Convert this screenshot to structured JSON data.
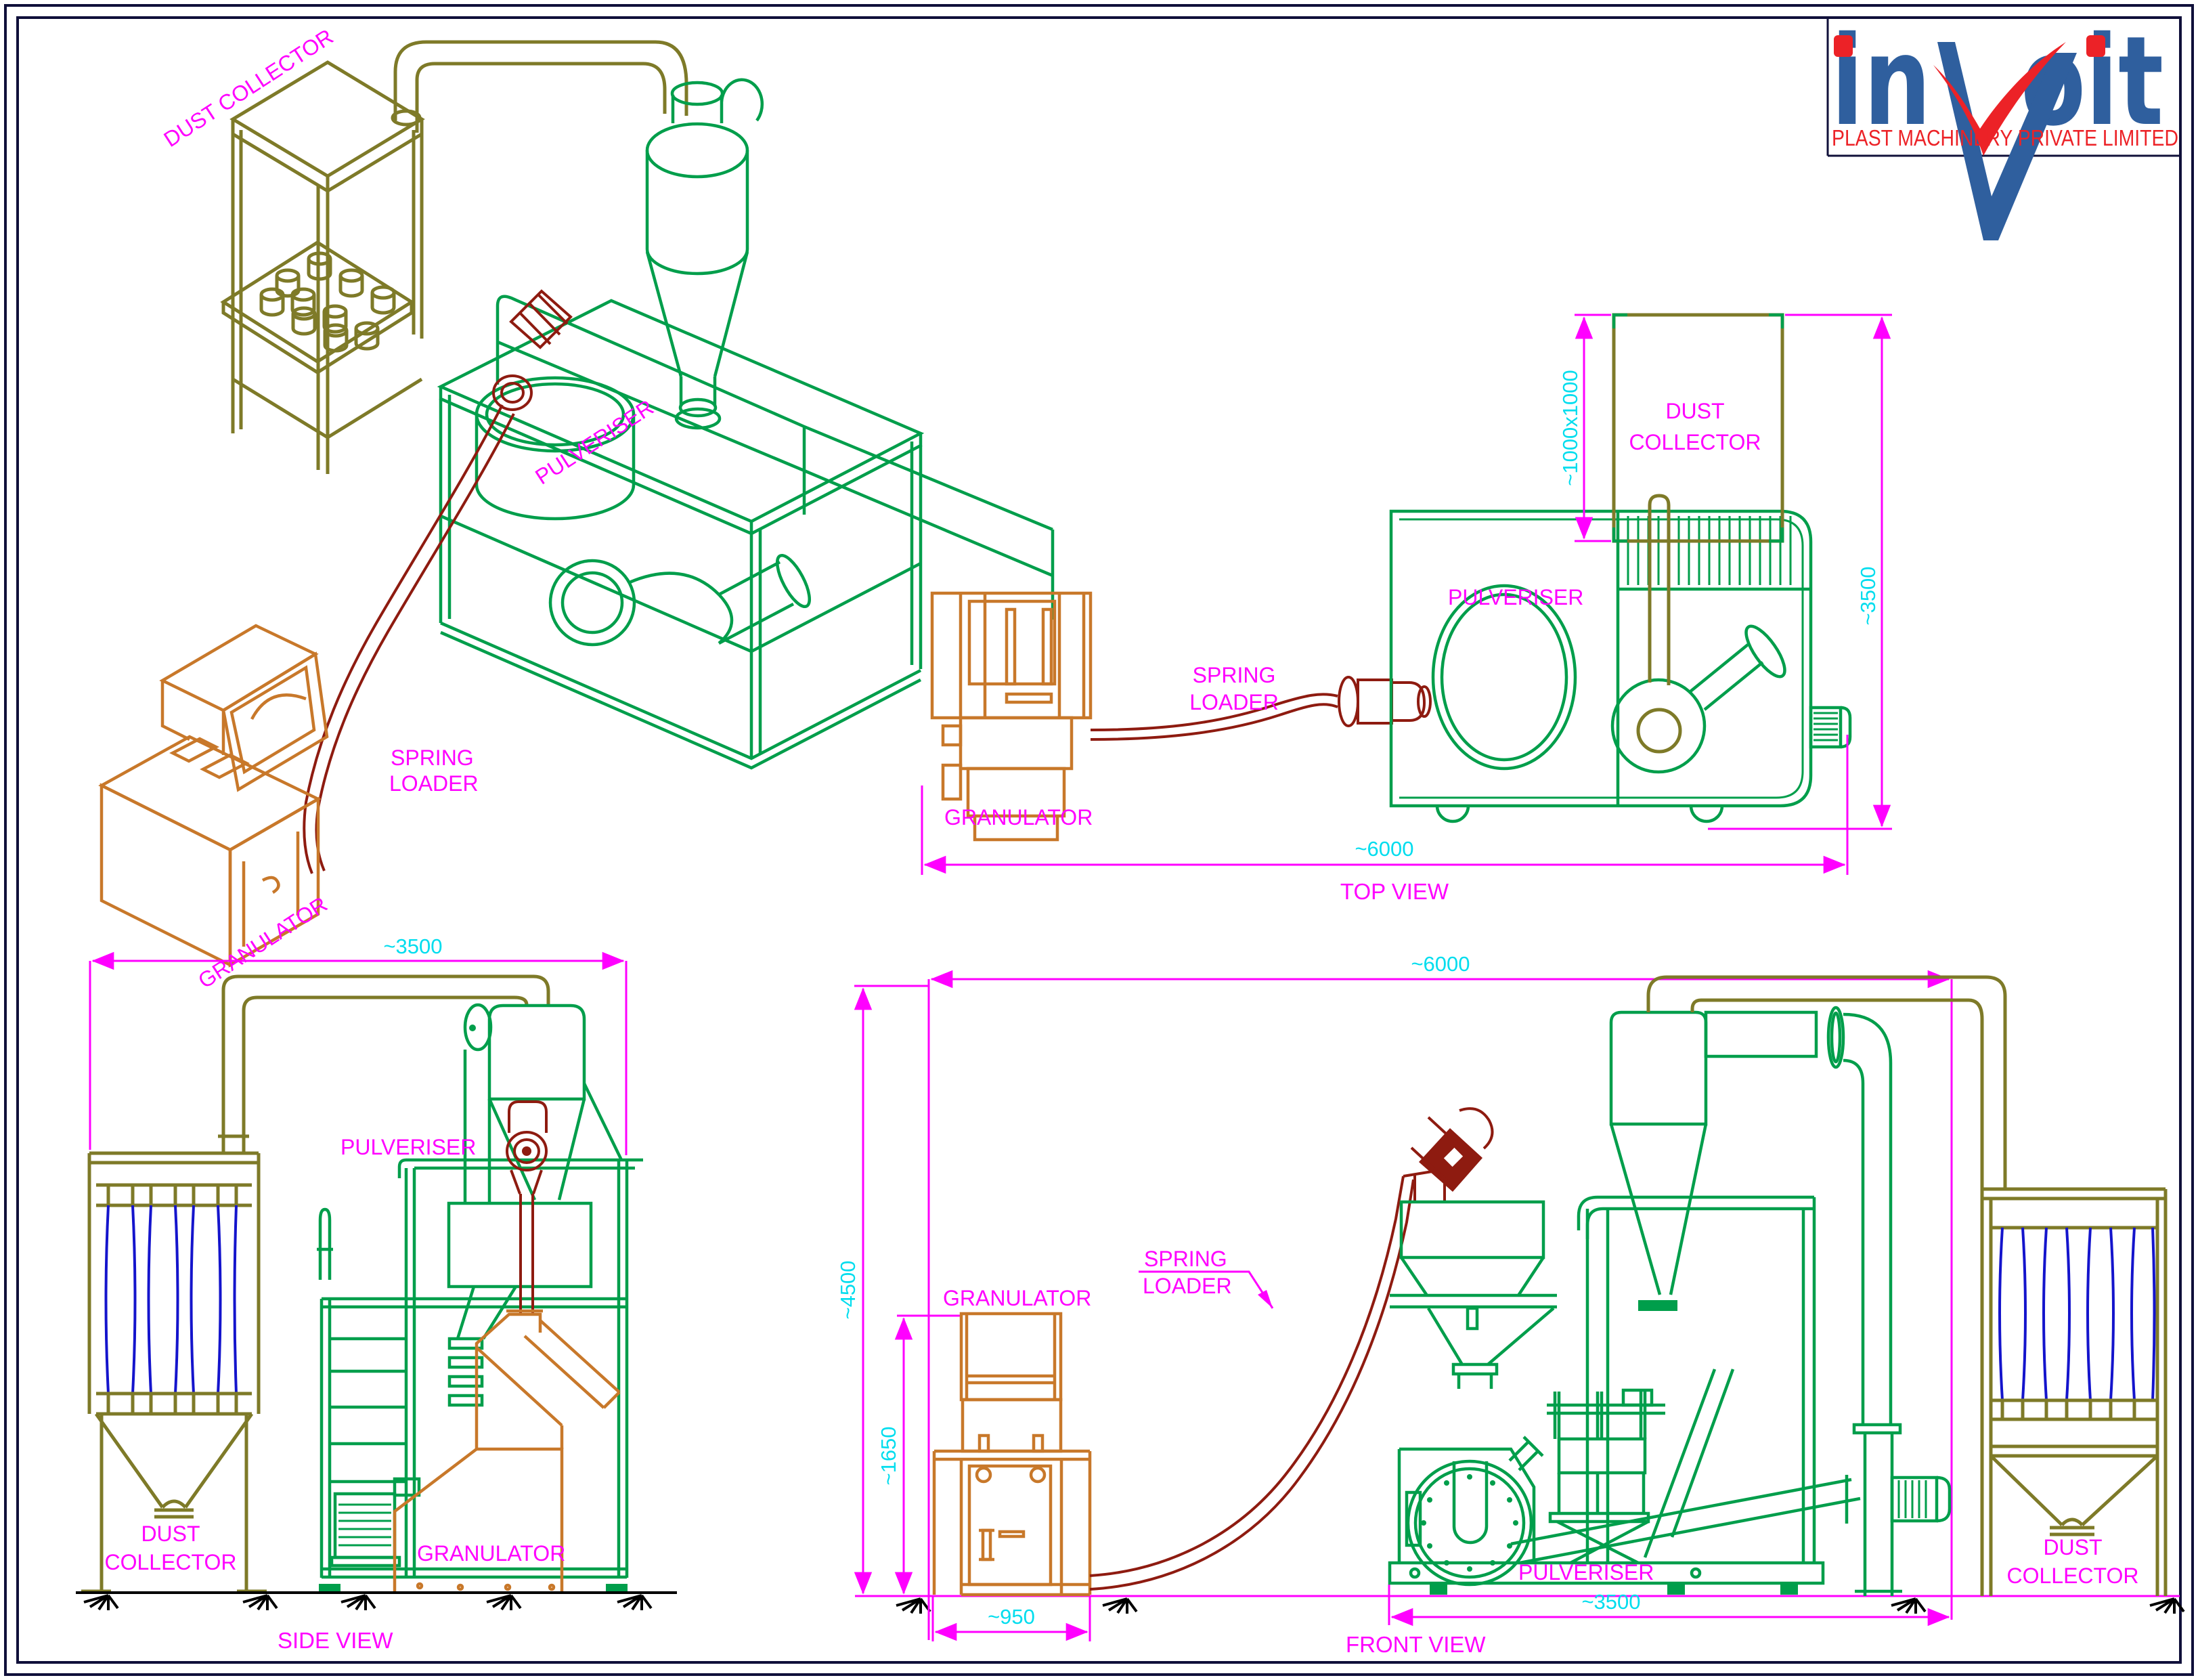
{
  "logo": {
    "brand_part1": "in",
    "brand_part2": "oit",
    "brand_full": "invoit",
    "subtitle": "PLAST MACHINERY PRIVATE LIMITED",
    "colors": {
      "blue": "#2F5F9E",
      "red": "#EC2227"
    }
  },
  "colors": {
    "machine_green": "#009E4B",
    "dust_olive": "#7E7A28",
    "granulator_orange": "#C8782A",
    "spring_loader_red": "#8E1B10",
    "label_magenta": "#FF00FF",
    "dim_cyan": "#00DDEE",
    "filter_blue": "#1414CC",
    "border_navy": "#10103A",
    "ground_black": "#000000"
  },
  "views": {
    "isometric": {
      "labels": {
        "dust_collector": "DUST COLLECTOR",
        "pulveriser": "PULVERISER",
        "spring_loader_line1": "SPRING",
        "spring_loader_line2": "LOADER",
        "granulator": "GRANULATOR"
      }
    },
    "top": {
      "title": "TOP VIEW",
      "labels": {
        "granulator": "GRANULATOR",
        "spring_loader_line1": "SPRING",
        "spring_loader_line2": "LOADER",
        "pulveriser": "PULVERISER",
        "dust_collector_line1": "DUST",
        "dust_collector_line2": "COLLECTOR"
      },
      "dims": {
        "overall_width": "~6000",
        "overall_depth": "~3500",
        "dust_collector_size": "~1000x1000"
      }
    },
    "side": {
      "title": "SIDE VIEW",
      "labels": {
        "pulveriser": "PULVERISER",
        "granulator": "GRANULATOR",
        "dust_collector_line1": "DUST",
        "dust_collector_line2": "COLLECTOR"
      },
      "dims": {
        "overall_width": "~3500"
      }
    },
    "front": {
      "title": "FRONT VIEW",
      "labels": {
        "granulator": "GRANULATOR",
        "spring_loader_line1": "SPRING",
        "spring_loader_line2": "LOADER",
        "pulveriser": "PULVERISER",
        "dust_collector_line1": "DUST",
        "dust_collector_line2": "COLLECTOR"
      },
      "dims": {
        "overall_width": "~6000",
        "overall_height": "~4500",
        "granulator_height": "~1650",
        "granulator_width": "~950",
        "pulveriser_width": "~3500"
      }
    }
  }
}
